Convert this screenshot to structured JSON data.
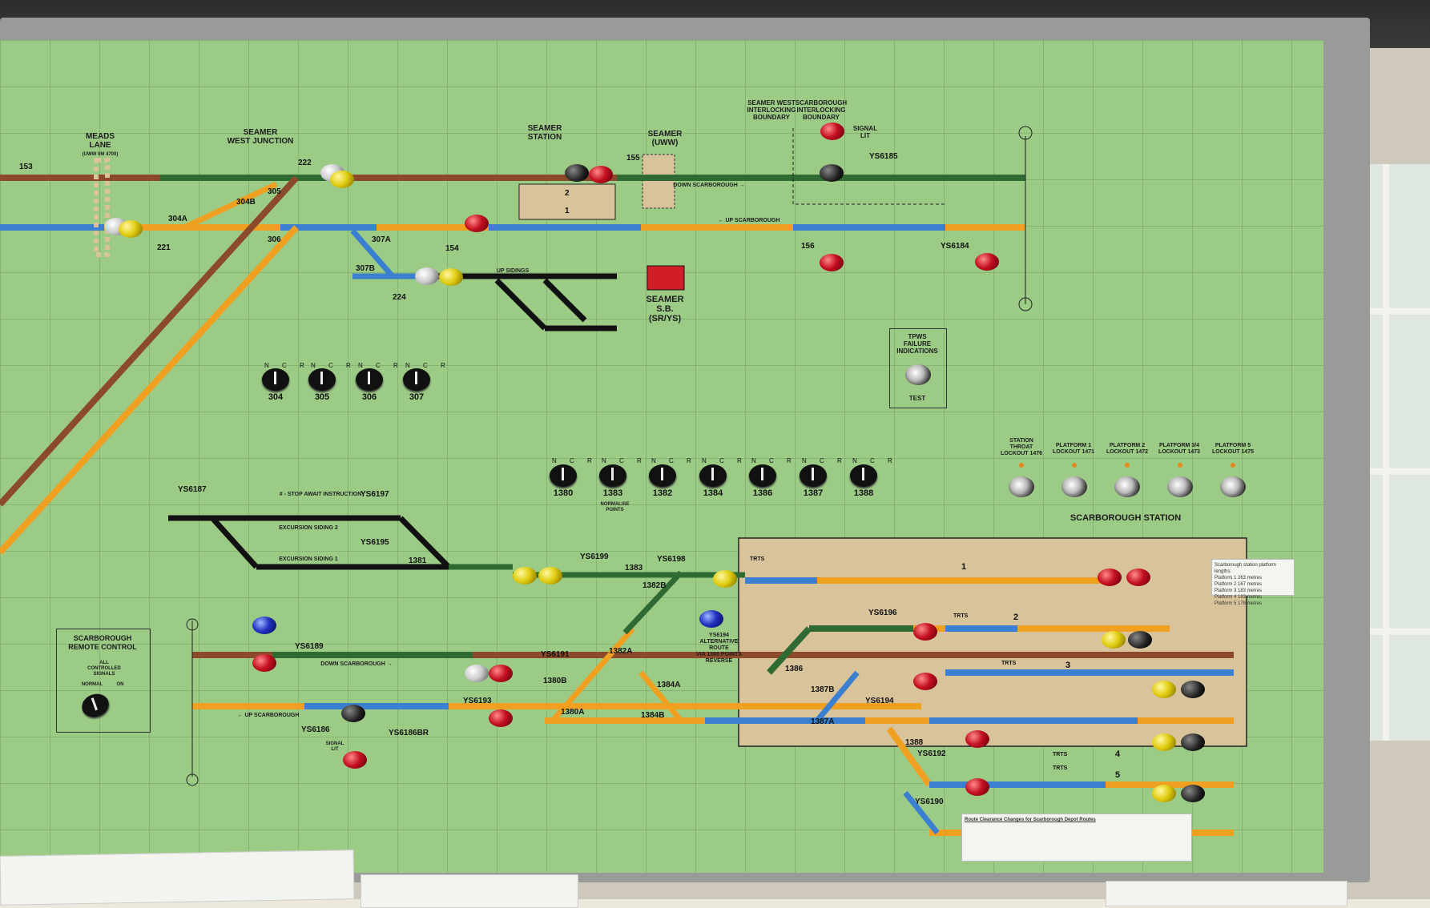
{
  "board": {
    "places": {
      "meads_lane": "MEADS\nLANE",
      "meads_lane_sub": "(UWW 0M 4700)",
      "seamer_west_junction": "SEAMER\nWEST JUNCTION",
      "seamer_station": "SEAMER\nSTATION",
      "seamer_uww": "SEAMER\n(UWW)",
      "seamer_west_boundary": "SEAMER WEST\nINTERLOCKING\nBOUNDARY",
      "scarborough_boundary": "SCARBOROUGH\nINTERLOCKING\nBOUNDARY",
      "signal_lit": "SIGNAL\nLIT",
      "signal_lit_2": "SIGNAL\nLIT",
      "seamer_sb": "SEAMER\nS.B.\n(SR/YS)",
      "tpws": "TPWS\nFAILURE\nINDICATIONS",
      "test": "TEST",
      "scarborough_station": "SCARBOROUGH STATION",
      "scarborough_remote_control": "SCARBOROUGH\nREMOTE CONTROL",
      "all_controlled_signals": "ALL\nCONTROLLED\nSIGNALS",
      "normal": "NORMAL",
      "on": "ON",
      "stop_await": "# - STOP AWAIT INSTRUCTION",
      "normalise_points": "NORMALISE\nPOINTS",
      "ys6194_note": "YS6194\nALTERNATIVE\nROUTE\nVIA 1380 POINTS\nREVERSE"
    },
    "track_labels": {
      "down_scarborough": "DOWN SCARBOROUGH →",
      "up_scarborough": "← UP SCARBOROUGH",
      "down_scarborough_2": "DOWN SCARBOROUGH →",
      "up_scarborough_2": "← UP SCARBOROUGH",
      "up_sidings": "UP SIDINGS",
      "excursion_siding_2": "EXCURSION SIDING 2",
      "excursion_siding_1": "EXCURSION SIDING 1"
    },
    "signals": [
      "153",
      "222",
      "155",
      "YS6185",
      "154",
      "221",
      "224",
      "156",
      "YS6184",
      "YS6187",
      "YS6197",
      "YS6195",
      "YS6199",
      "YS6198",
      "YS6196",
      "YS6189",
      "YS6191",
      "YS6193",
      "YS6194",
      "YS6186",
      "YS6186BR",
      "YS6192",
      "YS6190"
    ],
    "points": [
      "304A",
      "304B",
      "305",
      "306",
      "307A",
      "307B",
      "1381",
      "1383",
      "1382B",
      "1382A",
      "1380B",
      "1380A",
      "1384A",
      "1384B",
      "1386",
      "1387B",
      "1387A",
      "1388"
    ],
    "lower_knobs": [
      "1380",
      "1383",
      "1382",
      "1384",
      "1386",
      "1387",
      "1388"
    ],
    "upper_knobs": [
      "304",
      "305",
      "306",
      "307"
    ],
    "lockouts": [
      "STATION\nTHROAT\nLOCKOUT 1476",
      "PLATFORM 1\nLOCKOUT 1471",
      "PLATFORM 2\nLOCKOUT 1472",
      "PLATFORM 3/4\nLOCKOUT 1473",
      "PLATFORM 5\nLOCKOUT 1475"
    ],
    "platforms": [
      "1",
      "2",
      "3",
      "4",
      "5"
    ],
    "seamer_platforms": [
      "2",
      "1"
    ],
    "ncr": "N C R",
    "trts": "TRTS",
    "notice_title": "Route Clearance Changes for Scarborough Depot Routes",
    "platform_notice": "Scarborough station platform lengths:\nPlatform 1 263 metres\nPlatform 2 167 metres\nPlatform 3 183 metres\nPlatform 4 183 metres\nPlatform 5 178 metres"
  },
  "colors": {
    "panel": "#9ccb86",
    "orange_track": "#f0a020",
    "blue_track": "#3a7fd0",
    "brown_track": "#8b4a2a",
    "dark_green_track": "#2f6a33",
    "black_track": "#111111",
    "station_area": "#d8c39a"
  }
}
